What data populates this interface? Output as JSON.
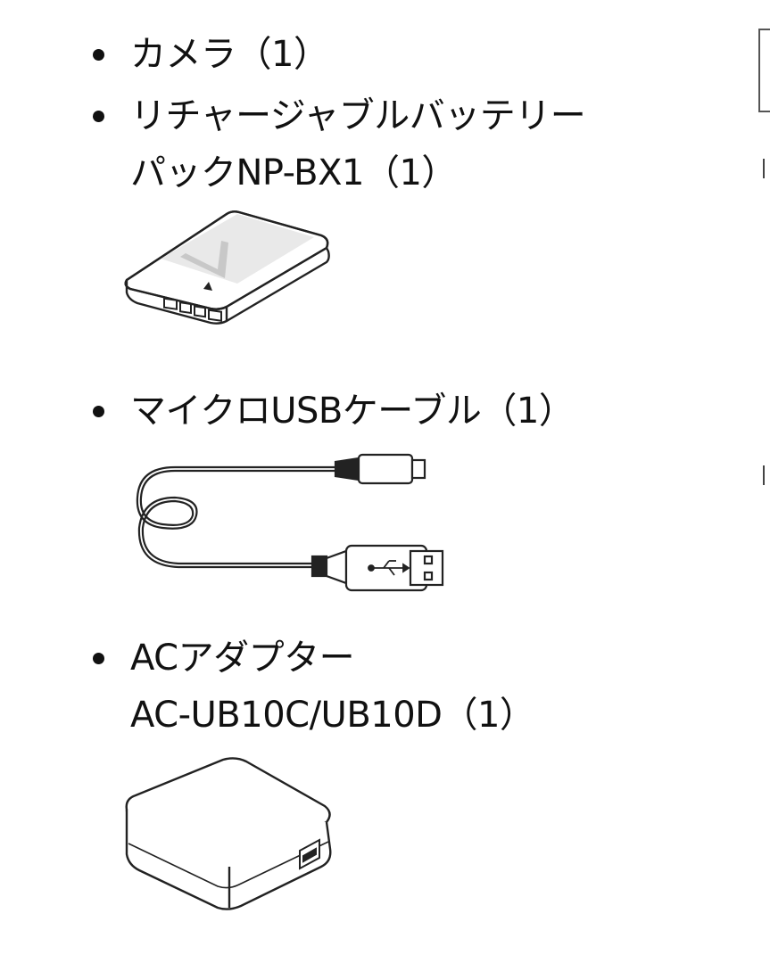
{
  "items": [
    {
      "label": "カメラ（1）"
    },
    {
      "line1": "リチャージャブルバッテリー",
      "line2": "パックNP-BX1（1）"
    },
    {
      "label": "マイクロUSBケーブル（1）"
    },
    {
      "line1": "ACアダプター",
      "line2": "AC-UB10C/UB10D（1）"
    }
  ],
  "illustrations": {
    "battery": "battery-pack-illustration",
    "cable": "micro-usb-cable-illustration",
    "adapter": "ac-adapter-illustration"
  }
}
